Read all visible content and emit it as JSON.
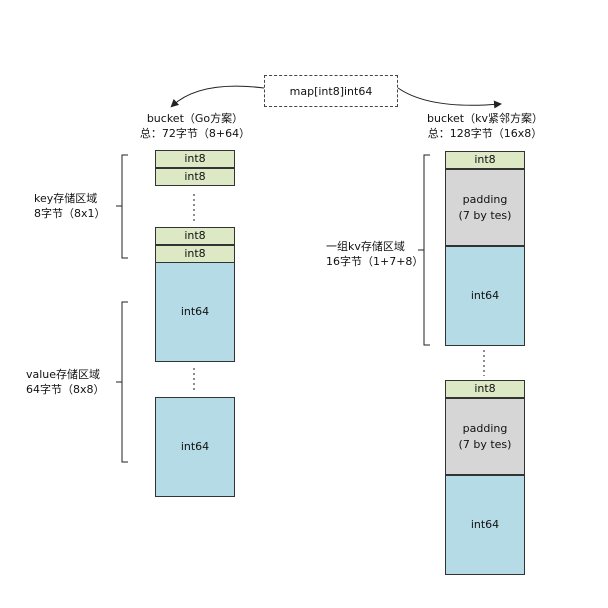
{
  "title": "map[int8]int64",
  "left": {
    "heading": "bucket（Go方案）",
    "subheading": "总：72字节（8+64）",
    "key_label_1": "key存储区域",
    "key_label_2": "8字节（8x1）",
    "value_label_1": "value存储区域",
    "value_label_2": "64字节（8x8）",
    "key_cells": [
      "int8",
      "int8",
      "int8",
      "int8"
    ],
    "value_cells": [
      "int64",
      "int64"
    ]
  },
  "right": {
    "heading": "bucket（kv紧邻方案）",
    "subheading": "总：128字节（16x8）",
    "group_label_1": "一组kv存储区域",
    "group_label_2": "16字节（1+7+8）",
    "groups": [
      {
        "key": "int8",
        "padding_1": "padding",
        "padding_2": "(7 by tes)",
        "value": "int64"
      },
      {
        "key": "int8",
        "padding_1": "padding",
        "padding_2": "(7 by tes)",
        "value": "int64"
      }
    ]
  }
}
